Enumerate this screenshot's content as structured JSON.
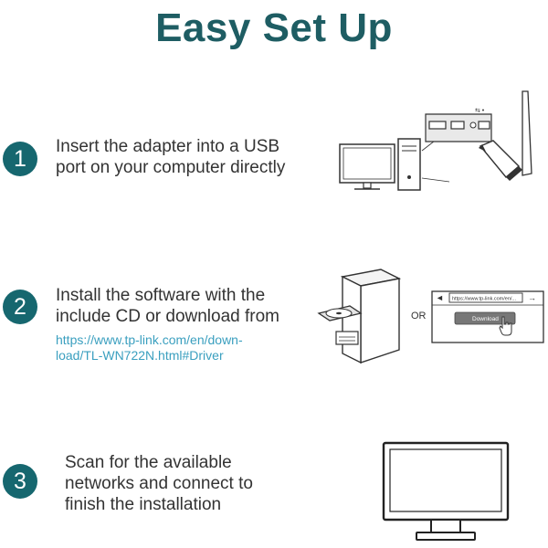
{
  "title": "Easy Set Up",
  "steps": [
    {
      "number": "1",
      "lines": [
        "Insert the adapter into a USB",
        "port on your computer directly"
      ]
    },
    {
      "number": "2",
      "lines": [
        "Install the software with the",
        "include CD or download from"
      ],
      "link_lines": [
        "https://www.tp-link.com/en/down-",
        "load/TL-WN722N.html#Driver"
      ],
      "or_label": "OR",
      "browser": {
        "url": "https://www.tp-link.com/en/...",
        "download_label": "Download"
      }
    },
    {
      "number": "3",
      "lines": [
        "Scan for the available",
        "networks and connect to",
        "finish the installation"
      ]
    }
  ],
  "colors": {
    "title": "#1e5d63",
    "circle": "#16676f",
    "link": "#3a9fbf",
    "text": "#333333"
  },
  "icons": [
    "desktop-computer-icon",
    "usb-port-icon",
    "usb-wifi-adapter-icon",
    "pc-tower-cd-icon",
    "browser-download-icon",
    "hand-cursor-icon",
    "monitor-icon"
  ]
}
